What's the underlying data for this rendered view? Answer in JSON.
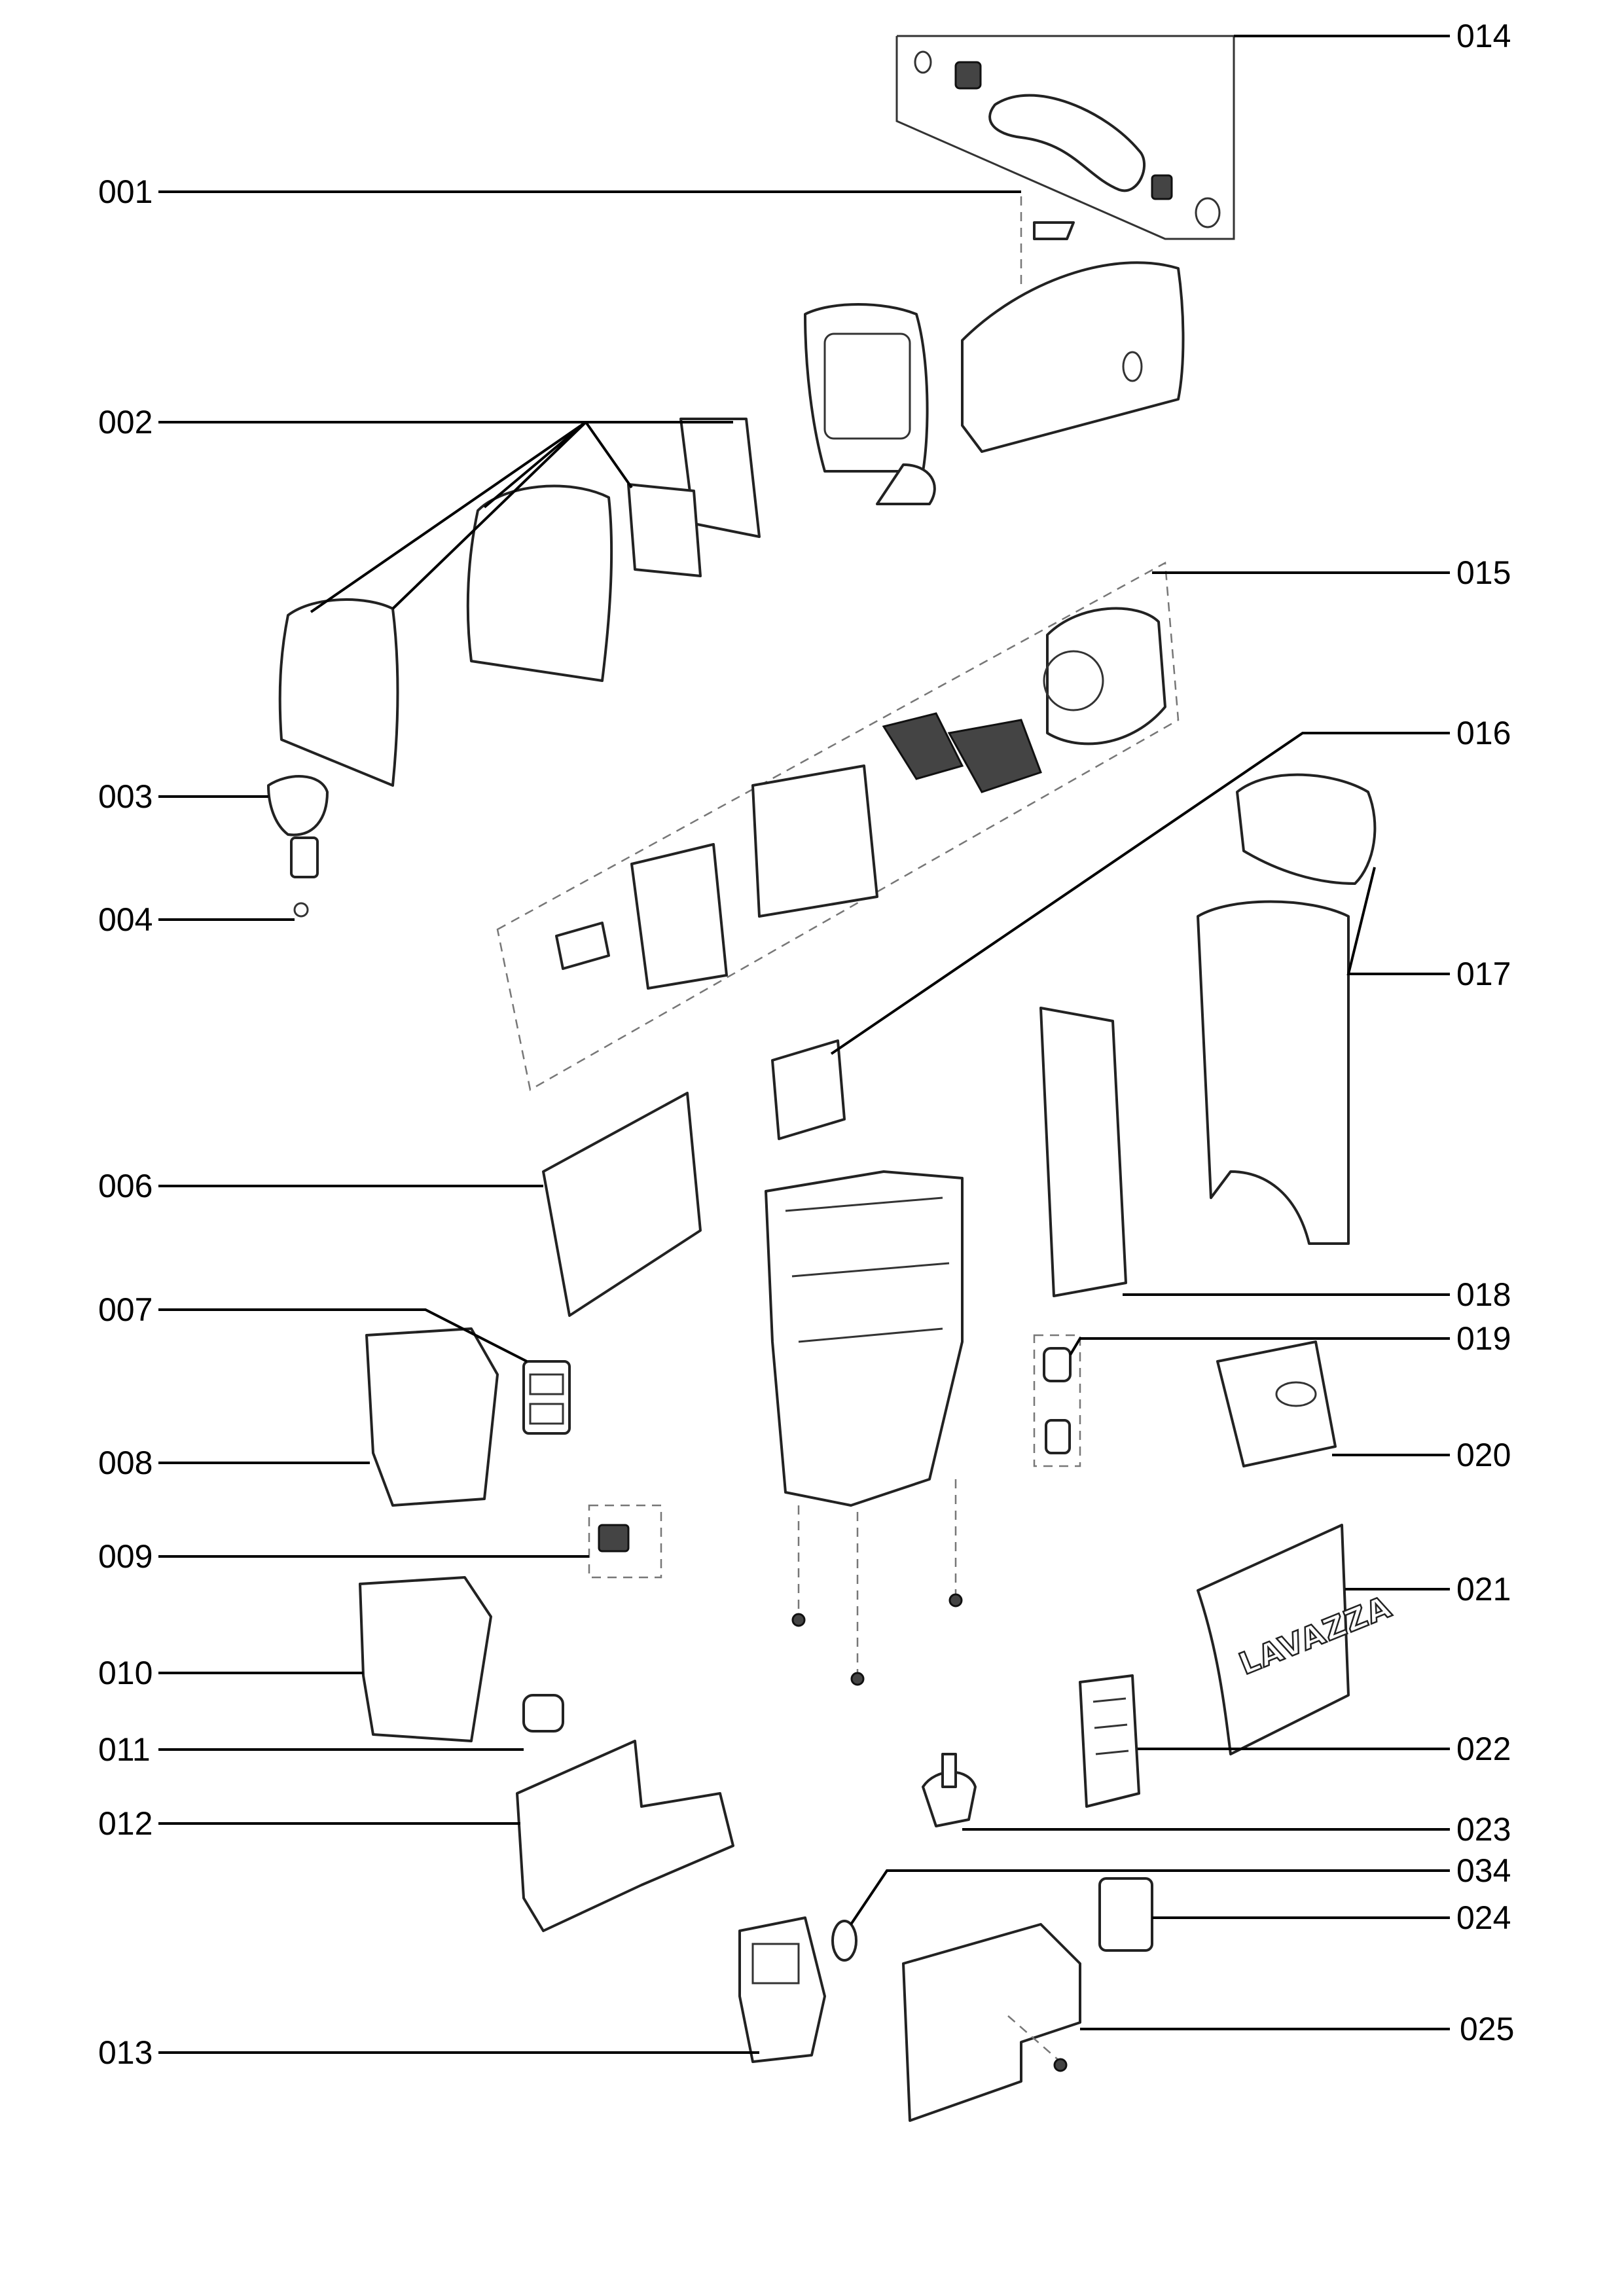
{
  "callouts": [
    {
      "id": "001"
    },
    {
      "id": "002"
    },
    {
      "id": "003"
    },
    {
      "id": "004"
    },
    {
      "id": "006"
    },
    {
      "id": "007"
    },
    {
      "id": "008"
    },
    {
      "id": "009"
    },
    {
      "id": "010"
    },
    {
      "id": "011"
    },
    {
      "id": "012"
    },
    {
      "id": "013"
    },
    {
      "id": "014"
    },
    {
      "id": "015"
    },
    {
      "id": "016"
    },
    {
      "id": "017"
    },
    {
      "id": "018"
    },
    {
      "id": "019"
    },
    {
      "id": "020"
    },
    {
      "id": "021"
    },
    {
      "id": "022"
    },
    {
      "id": "023"
    },
    {
      "id": "034"
    },
    {
      "id": "024"
    },
    {
      "id": "025"
    }
  ],
  "brand_logo_text": "LAVAZZA"
}
